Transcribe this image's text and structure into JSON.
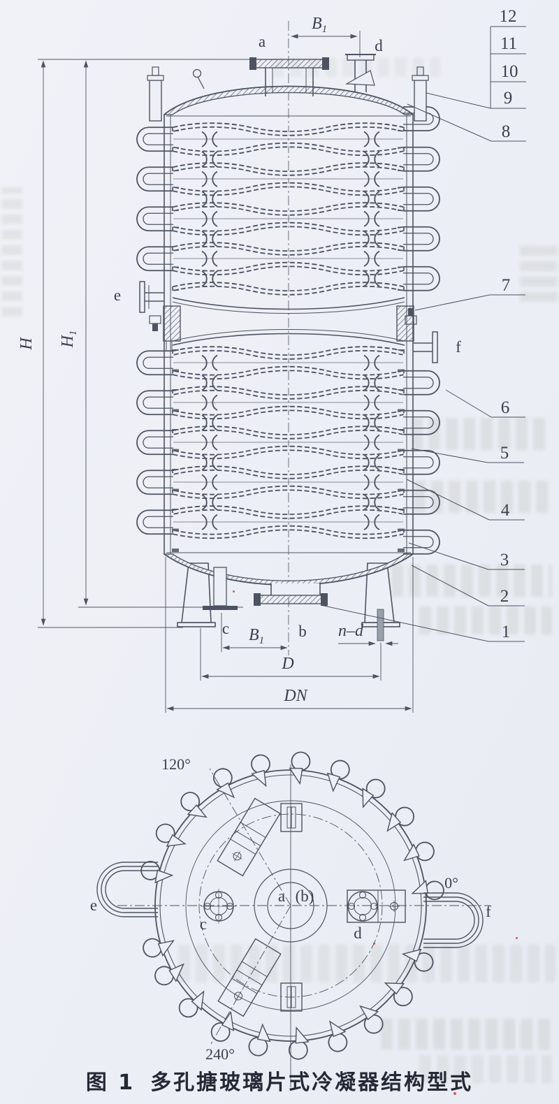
{
  "figure": {
    "caption_prefix": "图 1",
    "caption_title": "多孔搪玻璃片式冷凝器结构型式"
  },
  "front": {
    "callouts": {
      "c1": "1",
      "c2": "2",
      "c3": "3",
      "c4": "4",
      "c5": "5",
      "c6": "6",
      "c7": "7",
      "c8": "8",
      "c9": "9",
      "c10": "10",
      "c11": "11",
      "c12": "12"
    },
    "dims": {
      "B1": {
        "base": "B",
        "sub": "1"
      },
      "H": "H",
      "H1": {
        "base": "H",
        "sub": "1"
      },
      "D": "D",
      "DN": "DN",
      "nd": "n–d"
    },
    "nozzles": {
      "a": "a",
      "b": "b",
      "c": "c",
      "d": "d",
      "e": "e",
      "f": "f"
    }
  },
  "plan": {
    "angles": {
      "deg0": "0°",
      "deg120": "120°",
      "deg240": "240°"
    },
    "center": {
      "a": "a",
      "b": "(b)"
    },
    "nozzles": {
      "c": "c",
      "d": "d",
      "e": "e",
      "f": "f"
    }
  }
}
